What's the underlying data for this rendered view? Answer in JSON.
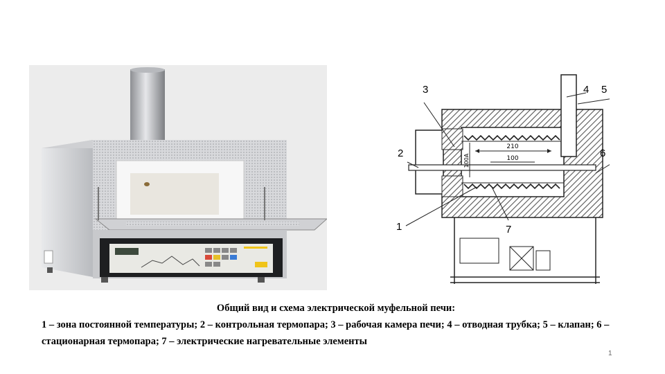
{
  "caption": {
    "title": "Общий вид и схема электрической муфельной печи:",
    "body": "1 – зона постоянной температуры; 2 – контрольная термопара; 3 – рабочая камера печи; 4 – отводная трубка; 5 – клапан; 6 – стационарная термопара; 7 – электрические нагревательные элементы"
  },
  "scheme": {
    "labels": {
      "n1": "1",
      "n2": "2",
      "n3": "3",
      "n4": "4",
      "n5": "5",
      "n6": "6",
      "n7": "7"
    },
    "dimensions": {
      "d210": "210",
      "d100": "100",
      "d100A": "100A"
    }
  },
  "page_number": "1",
  "colors": {
    "background": "#ffffff",
    "photo_bg": "#ececec",
    "furnace_body": "#c8c9cc",
    "hatch": "#555555"
  },
  "icons": {
    "photo": "muffle-furnace-photo",
    "scheme": "furnace-cross-section-diagram"
  }
}
